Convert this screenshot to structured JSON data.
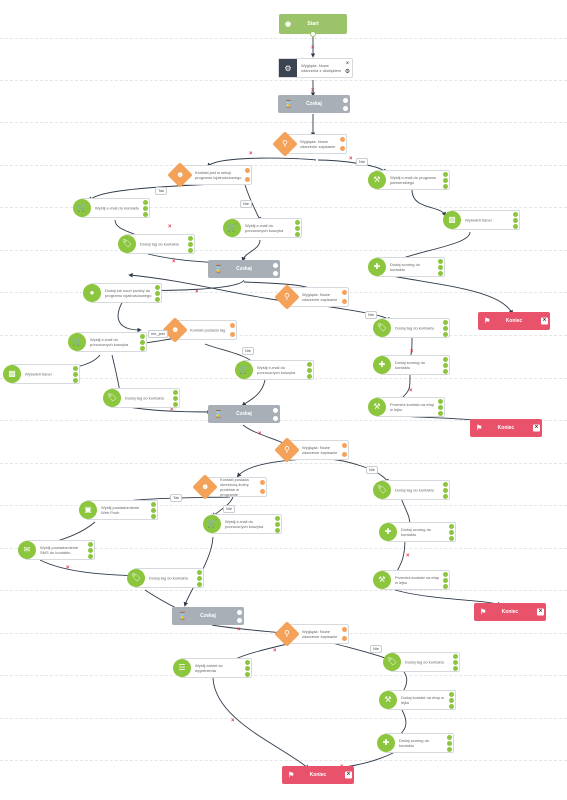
{
  "nodes": {
    "start": {
      "label": "Start"
    },
    "trigger": {
      "label": "Wygląda: Nowe zdarzenia z dźwiękiem"
    },
    "wait1": {
      "label": "Czekaj"
    },
    "cond1": {
      "label": "Wygląda: Nowe zdarzenie zapisanie"
    },
    "cond2": {
      "label": "Kontakt jest w sekcji programu lojalnościowego"
    },
    "act_email1": {
      "label": "Wyślij e-mail do kontaktu"
    },
    "act_add_points": {
      "label": "Dodaj punkty do kontaktu"
    },
    "act_tag_r1": {
      "label": "Dodaj tag do kontaktu"
    },
    "act_pay1": {
      "label": "Wyślij e-mail do programu partnerskiego"
    },
    "act_banner_r": {
      "label": "Wyświetl baner"
    },
    "act_tag2": {
      "label": "Dodaj tag do kontaktu"
    },
    "act_scoring_r": {
      "label": "Dodaj scoring do kontaktu"
    },
    "end1": {
      "label": "Koniec"
    },
    "wait2": {
      "label": "Czekaj"
    },
    "act_points2": {
      "label": "Dodaj lub usuń punkty do programu lojalnościowego"
    },
    "cond3": {
      "label": "Wygląda: Nowe zdarzenie zapisanie"
    },
    "cond4": {
      "label": "Kontakt posiada tag"
    },
    "act_email_l": {
      "label": "Wyślij e-mail do porzuconych koszyka"
    },
    "act_email_m": {
      "label": "Wyślij e-mail do porzuconych koszyka"
    },
    "act_banner_l": {
      "label": "Wyświetl baner"
    },
    "act_tag3": {
      "label": "Dodaj tag do kontaktu"
    },
    "act_tag_r2": {
      "label": "Dodaj tag do kontaktu"
    },
    "act_scoring_r2": {
      "label": "Dodaj scoring do kontaktu"
    },
    "act_move_r2": {
      "label": "Przenieś kontakt na etap w lejku"
    },
    "wait3": {
      "label": "Czekaj"
    },
    "end2": {
      "label": "Koniec"
    },
    "cond5": {
      "label": "Wygląda: Nowe zdarzenie zapisanie"
    },
    "cond6": {
      "label": "Kontakt posiada określoną liczbę punktów w programie"
    },
    "act_prem": {
      "label": "Wyślij powiadomienie Web Push"
    },
    "act_email_m2": {
      "label": "Wyślij e-mail do porzuconych koszyka"
    },
    "act_sms": {
      "label": "Wyślij powiadomienie SMS do kontaktu"
    },
    "act_tag4": {
      "label": "Dodaj tag do kontaktu"
    },
    "act_tag_r3": {
      "label": "Dodaj tag do kontaktu"
    },
    "act_scoring_r3": {
      "label": "Dodaj scoring do kontaktu"
    },
    "act_move_r3": {
      "label": "Przenieś kontakt na etap w lejku"
    },
    "end3": {
      "label": "Koniec"
    },
    "wait4": {
      "label": "Czekaj"
    },
    "cond7": {
      "label": "Wygląda: Nowe zdarzenie zapisanie"
    },
    "act_email_final": {
      "label": "Wyślij ankiet do wypełnienia"
    },
    "act_tag_r4": {
      "label": "Dodaj tag do kontaktu"
    },
    "act_move_r4": {
      "label": "Dodaj kontakt na etap w lejku"
    },
    "act_scoring_r4": {
      "label": "Dodaj scoring do kontaktu"
    },
    "end4": {
      "label": "Koniec"
    }
  },
  "branch_labels": {
    "yes": "Tak",
    "no": "Nie",
    "no_tag": "nie_jest"
  },
  "colors": {
    "action": "#8cc63f",
    "condition": "#f4a259",
    "wait": "#a9afb6",
    "end": "#e8526a",
    "start": "#9bc46a",
    "trigger": "#3b4450",
    "wire": "#2f3b4a",
    "cross": "#e03a4f"
  }
}
